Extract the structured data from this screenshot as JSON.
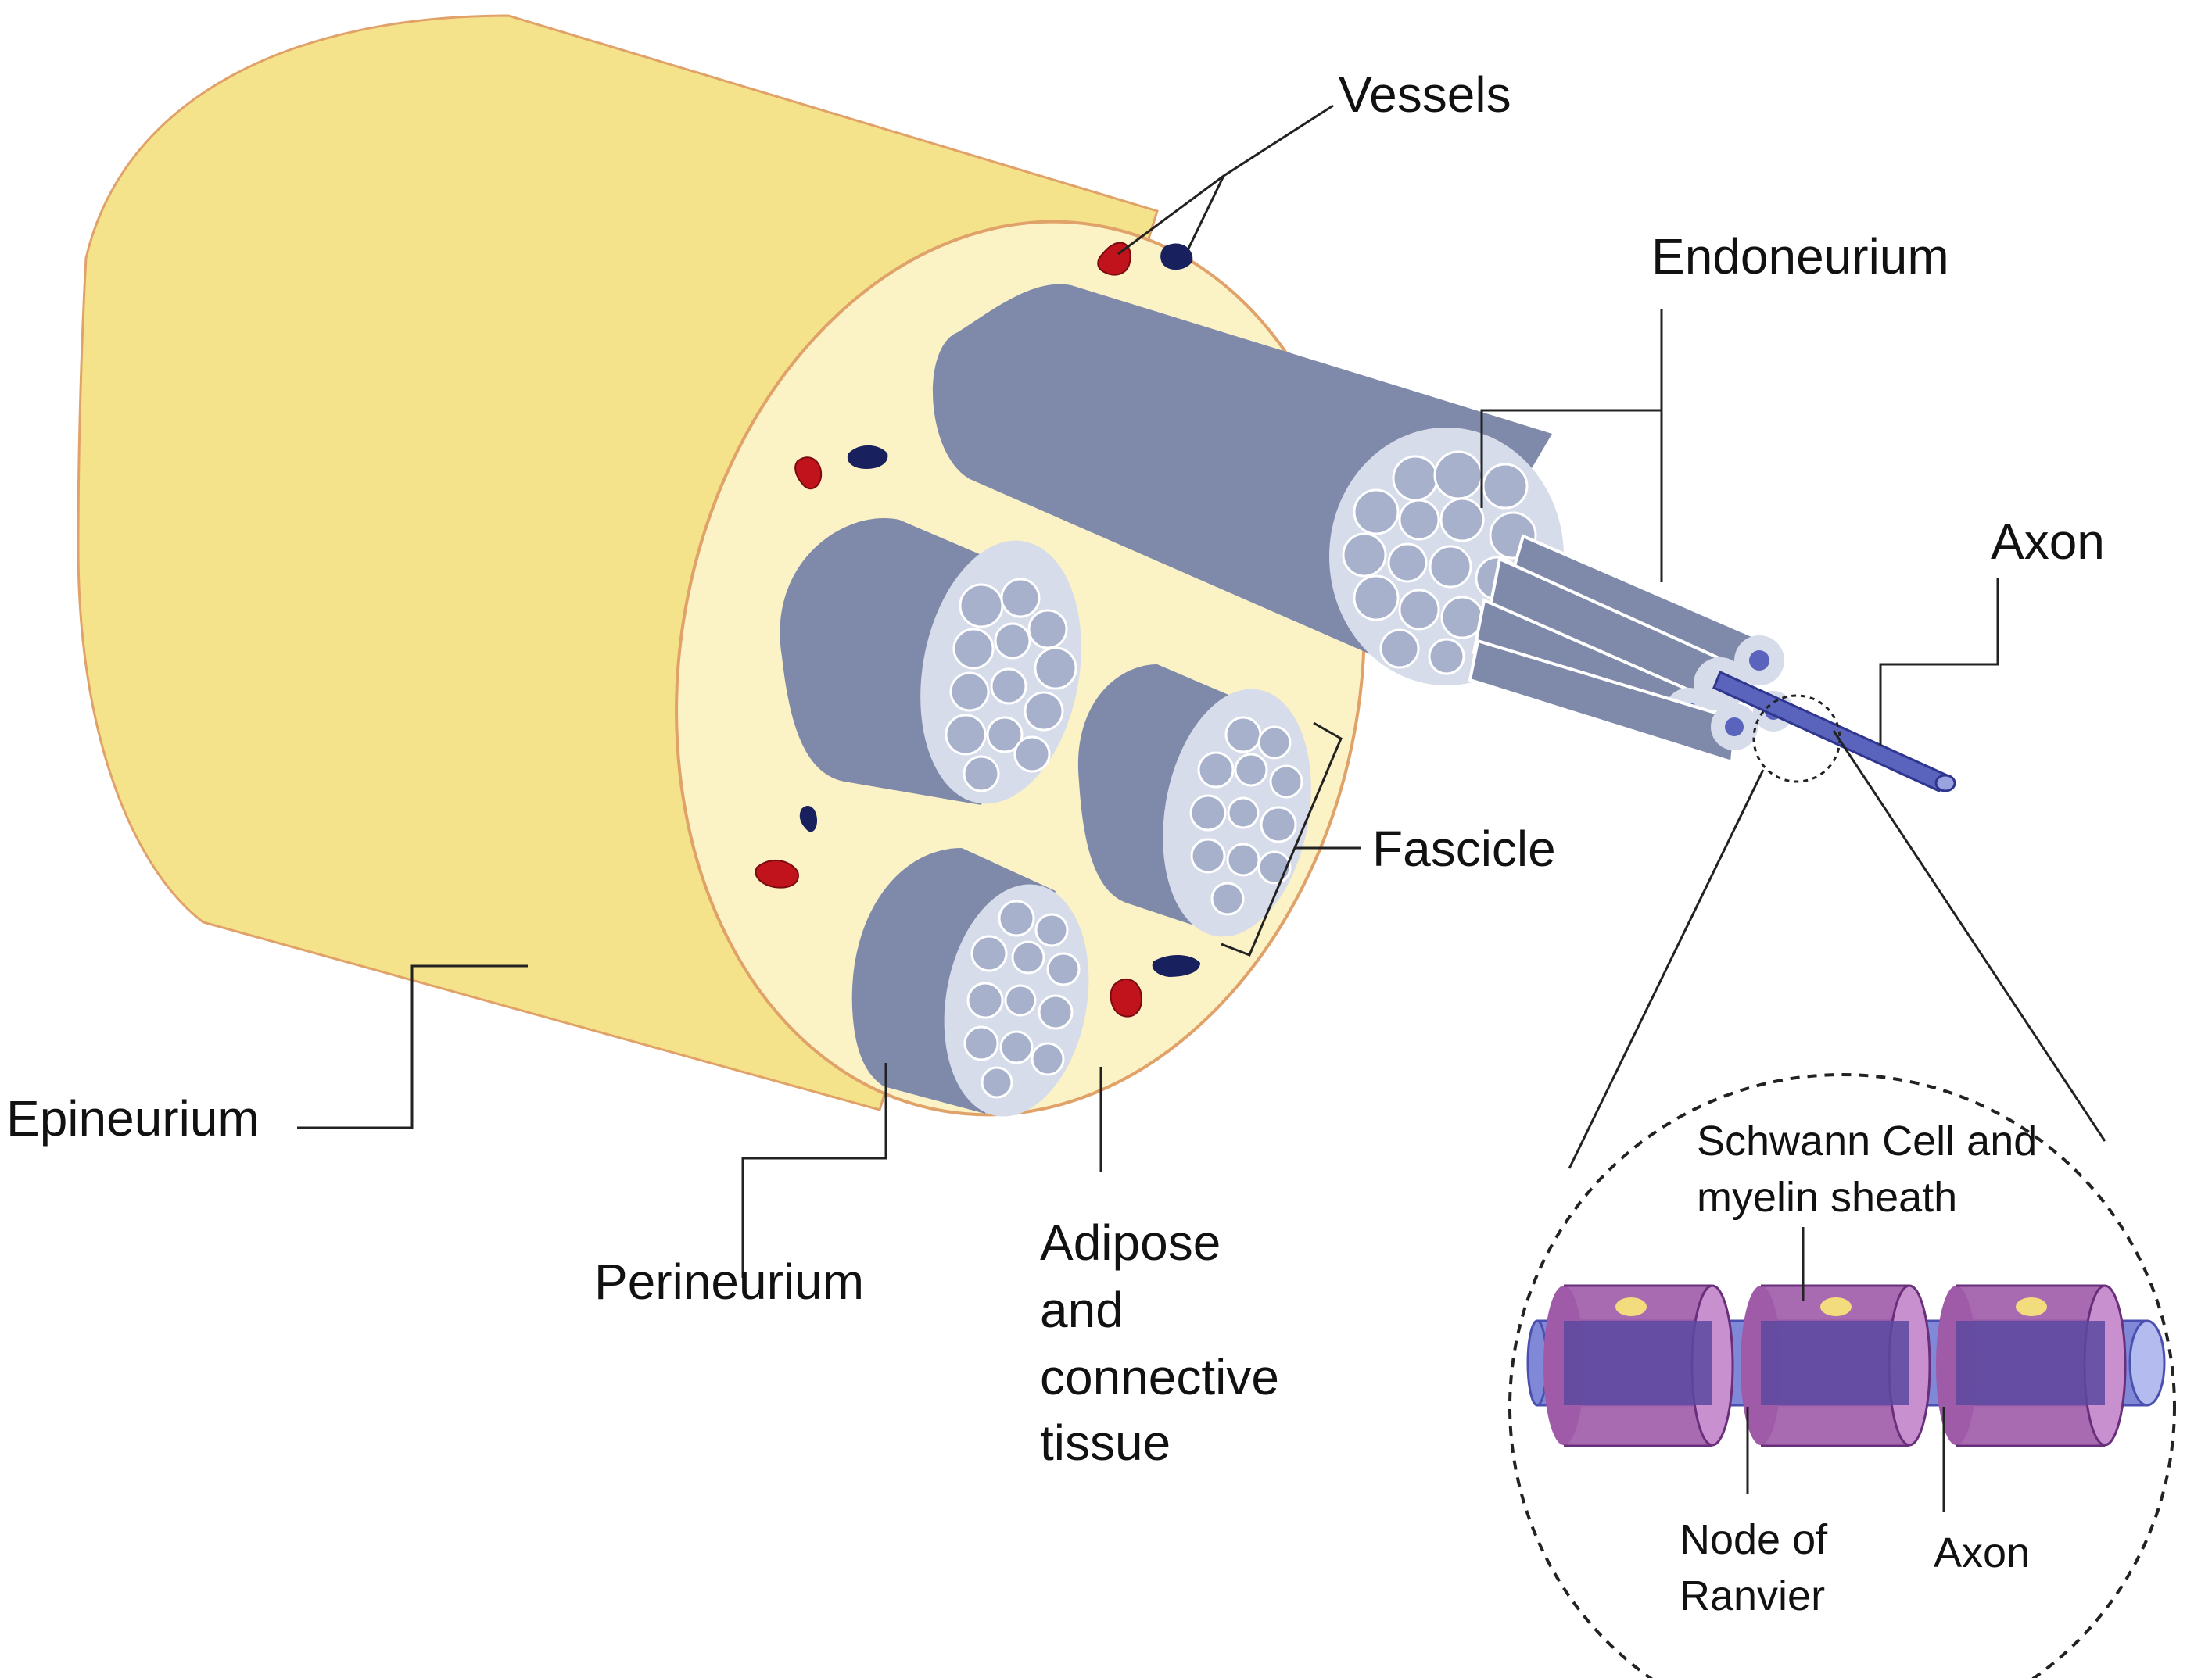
{
  "labels": {
    "vessels": "Vessels",
    "endoneurium": "Endoneurium",
    "axon": "Axon",
    "fascicle": "Fascicle",
    "epineurium": "Epineurium",
    "perineurium": "Perineurium",
    "adipose_line1": "Adipose",
    "adipose_line2": "and",
    "adipose_line3": "connective",
    "adipose_line4": "tissue",
    "schwann_line1": "Schwann Cell and",
    "schwann_line2": "myelin sheath",
    "node_line1": "Node of",
    "node_line2": "Ranvier",
    "inset_axon": "Axon"
  },
  "colors": {
    "epineurium": "#f5e38b",
    "epineurium_face": "#fbf2c6",
    "epineurium_outline": "#e0a268",
    "fascicle": "#7f8aab",
    "fascicle_face": "#d7dcea",
    "fiber": "#a8b1cc",
    "artery": "#c0131c",
    "vein": "#18205e",
    "axon": "#5a64bd",
    "myelin": "#9f5aa8",
    "schwann_nucleus": "#f2dc7e"
  }
}
